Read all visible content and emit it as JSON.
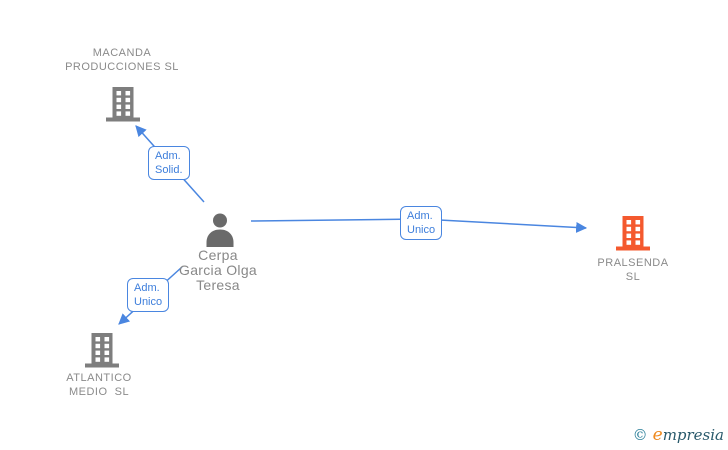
{
  "diagram": {
    "person": {
      "name": "Cerpa\nGarcia Olga\nTeresa"
    },
    "companies": {
      "macanda": {
        "name": "MACANDA\nPRODUCCIONES SL"
      },
      "pralsenda": {
        "name": "PRALSENDA\nSL"
      },
      "atlantico": {
        "name": "ATLANTICO\nMEDIO  SL"
      }
    },
    "edge_labels": {
      "to_macanda": "Adm.\nSolid.",
      "to_pralsenda": "Adm.\nUnico",
      "to_atlantico": "Adm.\nUnico"
    },
    "colors": {
      "edge_blue": "#4a86e0",
      "edge_label_text_blue": "#3d7edb",
      "company_icon_gray": "#7e7e7e",
      "company_icon_orange": "#f4592e",
      "person_icon_gray": "#6a6a6a",
      "label_text_gray": "#8a8a8a"
    }
  },
  "watermark": {
    "copyright_symbol": "©",
    "brand_initial": "e",
    "brand_rest": "mpresia"
  }
}
